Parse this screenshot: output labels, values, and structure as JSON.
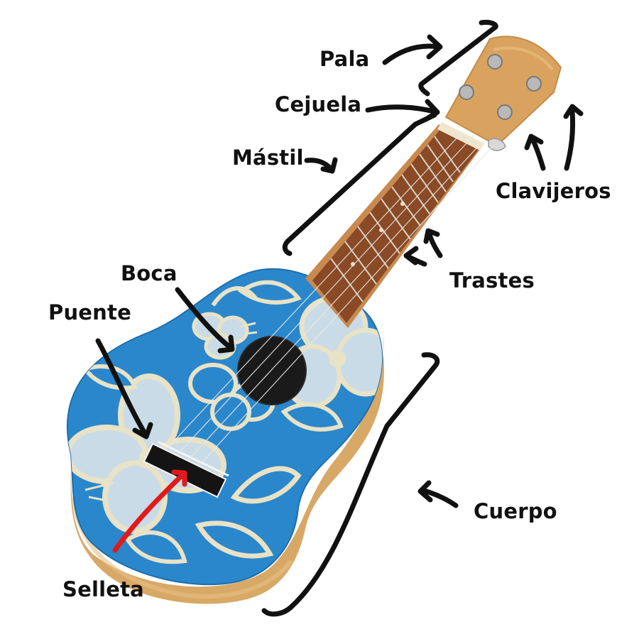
{
  "labels": {
    "pala": "Pala",
    "cejuela": "Cejuela",
    "mastil": "Mástil",
    "clavijeros": "Clavijeros",
    "trastes": "Trastes",
    "boca": "Boca",
    "puente": "Puente",
    "cuerpo": "Cuerpo",
    "selleta": "Selleta"
  },
  "colors": {
    "annotation": "#111111",
    "selleta_arrow": "#e01b1b",
    "body_blue": "#2a87cc",
    "flower_cream": "#e8e2c6",
    "flower_light": "#c9dbe6",
    "wood": "#d9a35f",
    "fretboard": "#8a4a26",
    "soundhole": "#1a1a1a",
    "bridge": "#111111"
  },
  "icons": {
    "flowers": "hibiscus-pattern",
    "tuning_pegs": "tuning-peg-icon"
  }
}
